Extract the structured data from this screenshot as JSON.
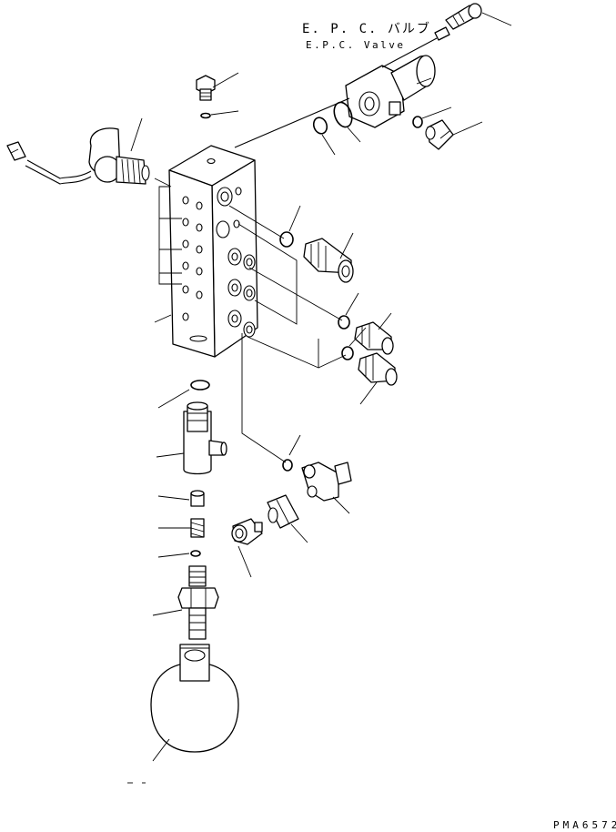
{
  "diagram": {
    "title_jp": "E. P. C. バルブ",
    "title_en": "E.P.C. Valve",
    "drawing_code": "PMA6572"
  }
}
